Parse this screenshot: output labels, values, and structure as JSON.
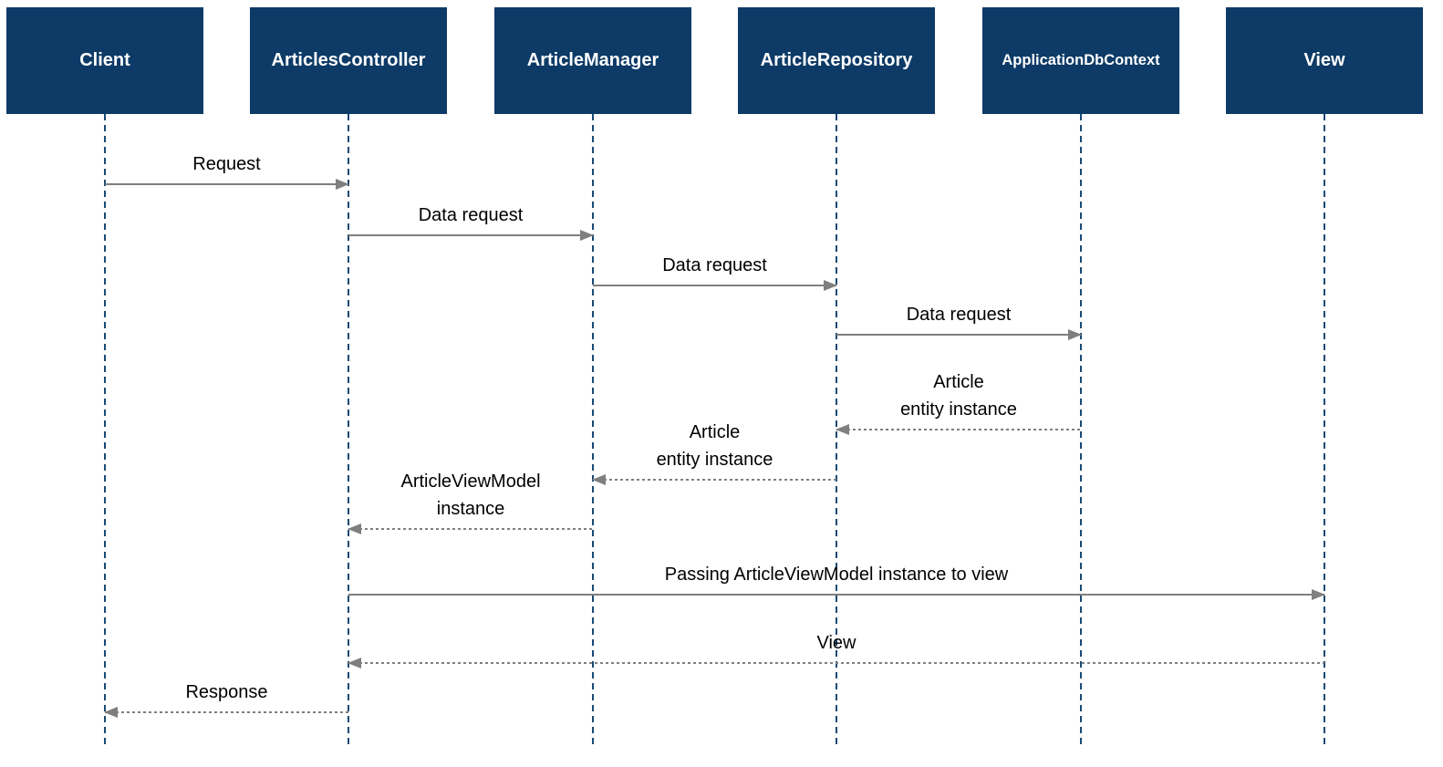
{
  "diagram": {
    "type": "uml-sequence-diagram",
    "participants": [
      {
        "name": "Client"
      },
      {
        "name": "ArticlesController"
      },
      {
        "name": "ArticleManager"
      },
      {
        "name": "ArticleRepository"
      },
      {
        "name": "ApplicationDbContext"
      },
      {
        "name": "View"
      }
    ],
    "messages": [
      {
        "label": "Request",
        "from": "Client",
        "to": "ArticlesController",
        "style": "solid",
        "direction": "right"
      },
      {
        "label": "Data request",
        "from": "ArticlesController",
        "to": "ArticleManager",
        "style": "solid",
        "direction": "right"
      },
      {
        "label": "Data request",
        "from": "ArticleManager",
        "to": "ArticleRepository",
        "style": "solid",
        "direction": "right"
      },
      {
        "label": "Data request",
        "from": "ArticleRepository",
        "to": "ApplicationDbContext",
        "style": "solid",
        "direction": "right"
      },
      {
        "label": "Article\nentity instance",
        "from": "ApplicationDbContext",
        "to": "ArticleRepository",
        "style": "dashed",
        "direction": "left"
      },
      {
        "label": "Article\nentity instance",
        "from": "ArticleRepository",
        "to": "ArticleManager",
        "style": "dashed",
        "direction": "left"
      },
      {
        "label": "ArticleViewModel\ninstance",
        "from": "ArticleManager",
        "to": "ArticlesController",
        "style": "dashed",
        "direction": "left"
      },
      {
        "label": "Passing ArticleViewModel instance to view",
        "from": "ArticlesController",
        "to": "View",
        "style": "solid",
        "direction": "right"
      },
      {
        "label": "View",
        "from": "View",
        "to": "ArticlesController",
        "style": "dashed",
        "direction": "left"
      },
      {
        "label": "Response",
        "from": "ArticlesController",
        "to": "Client",
        "style": "dashed",
        "direction": "left"
      }
    ],
    "colors": {
      "participant_box": "#0d3a66",
      "participant_text": "#ffffff",
      "lifeline": "#1a4a73",
      "arrow": "#7f7f7f",
      "label_text": "#000000",
      "background": "#ffffff"
    }
  }
}
